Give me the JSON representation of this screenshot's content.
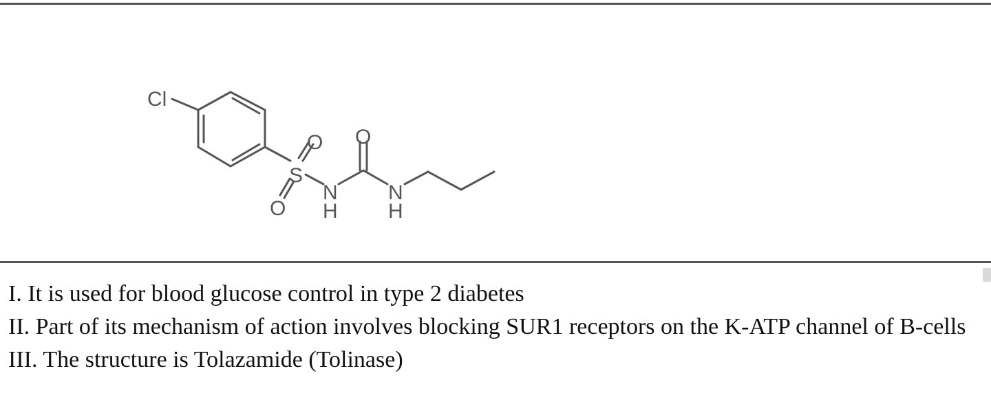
{
  "structure": {
    "atoms": {
      "cl": "Cl",
      "o1": "O",
      "o2": "O",
      "o3": "O",
      "s": "S",
      "n": "N",
      "h": "H"
    }
  },
  "statements": [
    "I. It is used for blood glucose control in type 2 diabetes",
    "II. Part of its mechanism of action involves blocking SUR1 receptors on the K-ATP channel of B-cells",
    "III. The structure is Tolazamide (Tolinase)"
  ]
}
